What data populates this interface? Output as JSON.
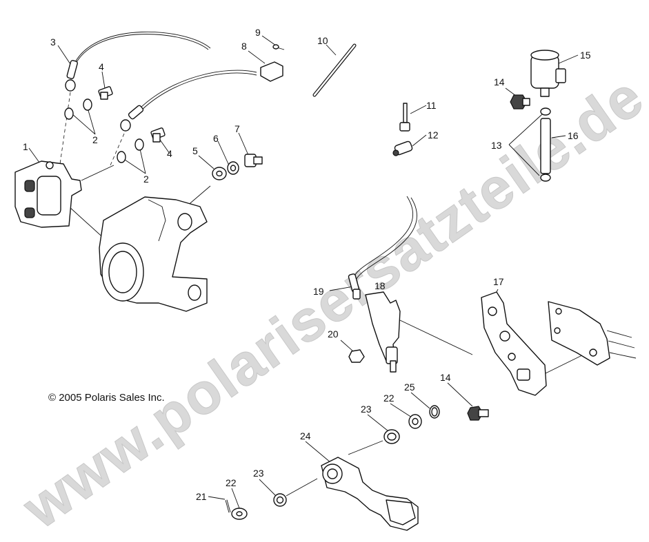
{
  "watermark": "www.polarisersatzteile.de",
  "copyright": "© 2005 Polaris Sales Inc.",
  "callouts": {
    "c1": "1",
    "c2a": "2",
    "c2b": "2",
    "c3": "3",
    "c4a": "4",
    "c4b": "4",
    "c5": "5",
    "c6": "6",
    "c7": "7",
    "c8": "8",
    "c9": "9",
    "c10": "10",
    "c11": "11",
    "c12": "12",
    "c13": "13",
    "c14a": "14",
    "c14b": "14",
    "c15": "15",
    "c16": "16",
    "c17": "17",
    "c18": "18",
    "c19": "19",
    "c20": "20",
    "c21": "21",
    "c22a": "22",
    "c22b": "22",
    "c23a": "23",
    "c23b": "23",
    "c24": "24",
    "c25": "25"
  }
}
